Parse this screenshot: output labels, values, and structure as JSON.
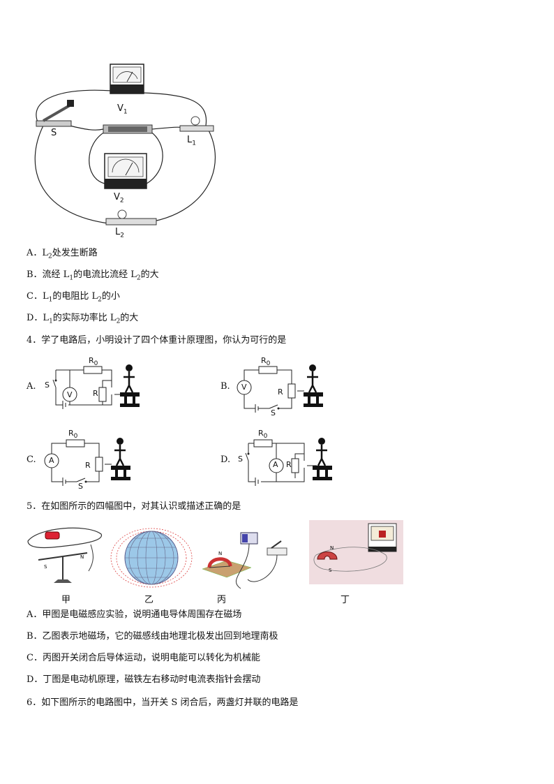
{
  "q3_figure": {
    "v1_label": "V",
    "v1_sub": "1",
    "v2_label": "V",
    "v2_sub": "2",
    "s_label": "S",
    "l1_label": "L",
    "l1_sub": "1",
    "l2_label": "L",
    "l2_sub": "2"
  },
  "q3_options": [
    {
      "prefix": "A．L",
      "sub": "2",
      "text": "处发生断路"
    },
    {
      "prefix": "B．流经 L",
      "sub": "1",
      "mid": "的电流比流经 L",
      "sub2": "2",
      "text": "的大"
    },
    {
      "prefix": "C．L",
      "sub": "1",
      "mid": "的电阻比 L",
      "sub2": "2",
      "text": "的小"
    },
    {
      "prefix": "D．L",
      "sub": "1",
      "mid": "的实际功率比 L",
      "sub2": "2",
      "text": "的大"
    }
  ],
  "q4": {
    "stem": "4．学了电路后，小明设计了四个体重计原理图，你认为可行的是",
    "options": {
      "a": "A.",
      "b": "B.",
      "c": "C.",
      "d": "D."
    },
    "labels": {
      "r0": "R",
      "r0_sub": "0",
      "r": "R",
      "s": "S",
      "v": "V",
      "a": "A"
    }
  },
  "q5": {
    "stem": "5．在如图所示的四幅图中，对其认识或描述正确的是",
    "captions": [
      "甲",
      "乙",
      "丙",
      "丁"
    ],
    "options": [
      "A．甲图是电磁感应实验，说明通电导体周围存在磁场",
      "B．乙图表示地磁场，它的磁感线由地理北极发出回到地理南极",
      "C．丙图开关闭合后导体运动，说明电能可以转化为机械能",
      "D．丁图是电动机原理，磁铁左右移动时电流表指针会摆动"
    ]
  },
  "q6": {
    "stem": "6．如下图所示的电路图中，当开关 S 闭合后，两盏灯并联的电路是"
  }
}
